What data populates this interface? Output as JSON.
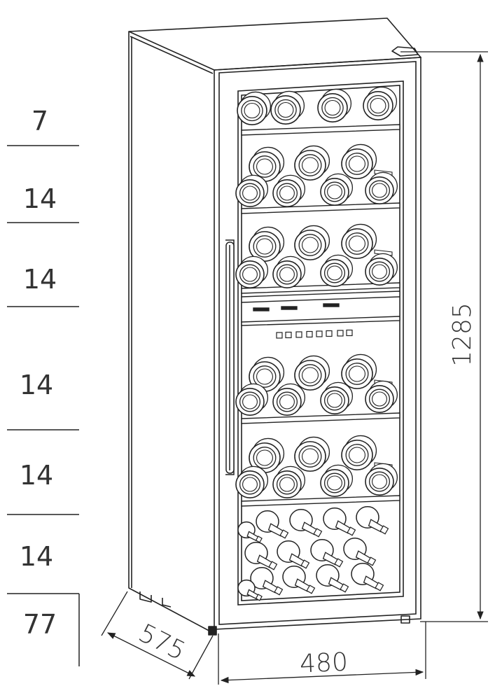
{
  "diagram": {
    "shelf_capacities": [
      "7",
      "14",
      "14",
      "14",
      "14",
      "14",
      "77"
    ],
    "dimensions": {
      "height": "1285",
      "width": "480",
      "depth": "575"
    },
    "colors": {
      "line": "#222222",
      "text": "#333333",
      "background": "#ffffff"
    }
  }
}
